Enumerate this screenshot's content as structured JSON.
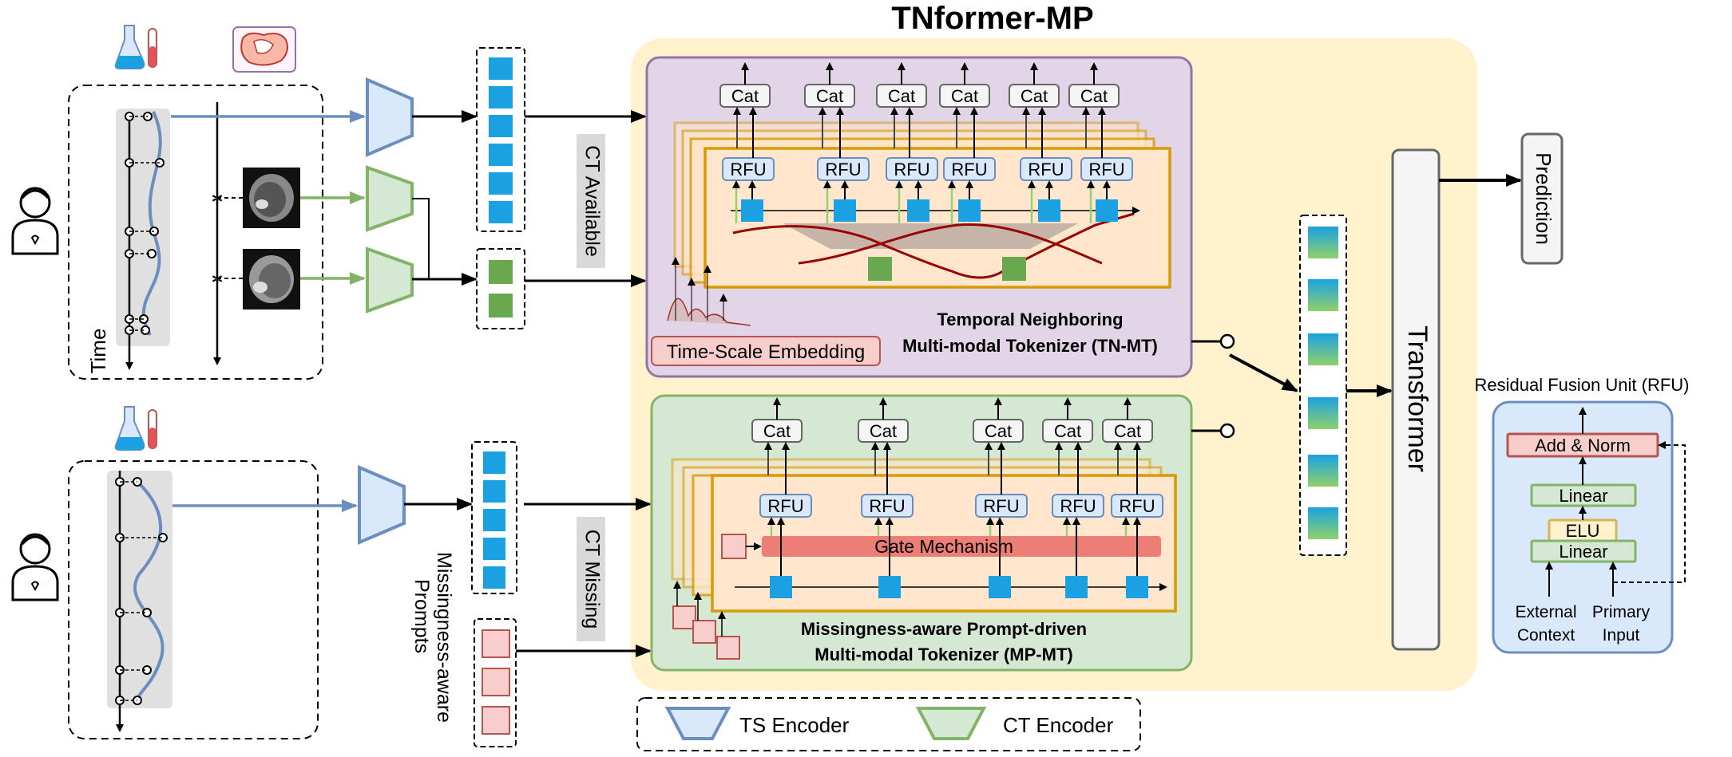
{
  "title": "TNformer-MP",
  "labels": {
    "time": "Time",
    "ct_available": "CT Available",
    "ct_missing": "CT Missing",
    "missingness_prompts": "Missingness-aware Prompts",
    "cat": "Cat",
    "rfu": "RFU",
    "time_scale_embedding": "Time-Scale Embedding",
    "tnmt_line1": "Temporal Neighboring",
    "tnmt_line2": "Multi-modal Tokenizer (TN-MT)",
    "gate_mechanism": "Gate Mechanism",
    "mpmt_line1": "Missingness-aware Prompt-driven",
    "mpmt_line2": "Multi-modal Tokenizer (MP-MT)",
    "transformer": "Transformer",
    "prediction": "Prediction",
    "rfu_title": "Residual Fusion Unit (RFU)",
    "add_norm": "Add & Norm",
    "linear": "Linear",
    "elu": "ELU",
    "external_context_1": "External",
    "external_context_2": "Context",
    "primary_input_1": "Primary",
    "primary_input_2": "Input",
    "legend_ts": "TS Encoder",
    "legend_ct": "CT Encoder"
  },
  "colors": {
    "ts_encoder": "#dae8fc",
    "ts_encoder_stroke": "#6c8ebf",
    "ct_encoder": "#d5e8d4",
    "ct_encoder_stroke": "#82b366",
    "token_blue": "#1ba1e2",
    "token_green": "#6aa84f",
    "prompt_red": "#f8cecc",
    "prompt_red_stroke": "#b85450",
    "main_bg": "#fff2cc",
    "tnmt_bg": "#e1d5e7",
    "mpmt_bg": "#d5e8d4",
    "inner_orange": "#ffe6cc",
    "inner_orange_stroke": "#d79b00"
  },
  "icons": [
    "lab-test-tubes-icon",
    "organ-icon",
    "patient-icon",
    "ct-scan-icon"
  ]
}
